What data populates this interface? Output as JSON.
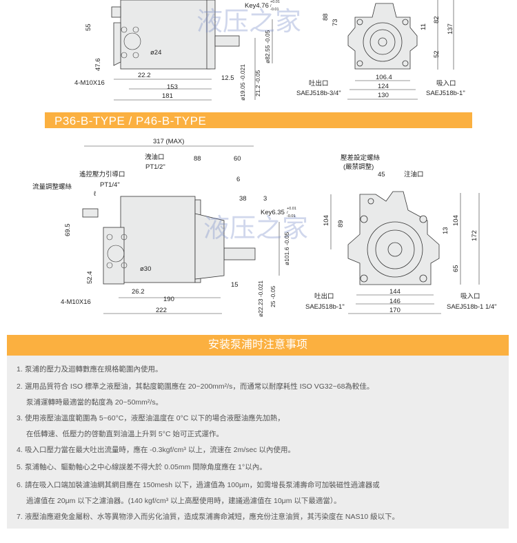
{
  "drawing1": {
    "side": {
      "key": "Key4.76",
      "key_tol": "+0.01 / -0.01",
      "d55": "55",
      "d47_6": "47.6",
      "bolt": "4-M10X16",
      "d22_2": "22.2",
      "d153": "153",
      "d181": "181",
      "d12_5": "12.5",
      "shaft": "ø19.05 -0.021",
      "d21_2": "21.2 -0.05",
      "pilot": "ø82.55 -0.05",
      "port": "ø24"
    },
    "front": {
      "d88": "88",
      "d73": "73",
      "d11": "11",
      "d82": "82",
      "d137": "137",
      "d52": "52",
      "d106": "106.4",
      "d124": "124",
      "d130": "130",
      "out_label": "吐出口",
      "out_spec": "SAEJ518b-3/4\"",
      "in_label": "吸入口",
      "in_spec": "SAEJ518b-1\""
    }
  },
  "section_title": "P36-B-TYPE / P46-B-TYPE",
  "drawing2": {
    "side": {
      "max": "317 (MAX)",
      "drain": "洩油口",
      "drain_spec": "PT1/2\"",
      "d88": "88",
      "d60": "60",
      "remote": "遙控壓力引導口",
      "remote_spec": "PT1/4\"",
      "d6": "6",
      "flow": "流量調整螺絲",
      "ell": "ℓ",
      "d38": "38",
      "d3": "3",
      "key": "Key6.35",
      "key_tol": "+0.01 / -0.01",
      "d69_5": "69.5",
      "port": "ø30",
      "pilot": "ø101.6 -0.05",
      "d52_4": "52.4",
      "d15": "15",
      "d26_2": "26.2",
      "d190": "190",
      "d222": "222",
      "bolt": "4-M10X16",
      "shaft": "ø22.23 -0.021",
      "d25": "25 -0.05"
    },
    "front": {
      "adj": "壓差設定螺絲",
      "adj_note": "(嚴禁調整)",
      "d45": "45",
      "fill": "注油口",
      "d104l": "104",
      "d89": "89",
      "d104r": "104",
      "d13": "13",
      "d172": "172",
      "d65": "65",
      "d144": "144",
      "d146": "146",
      "d170": "170",
      "out_label": "吐出口",
      "out_spec": "SAEJ518b-1\"",
      "in_label": "吸入口",
      "in_spec": "SAEJ518b-1 1/4\""
    }
  },
  "watermark": "液压之家",
  "notes": {
    "title": "安装泵浦时注意事项",
    "items": [
      {
        "n": "1.",
        "lines": [
          "泵浦的壓力及迴轉數應在規格範圍內使用。"
        ]
      },
      {
        "n": "2.",
        "lines": [
          "選用品質符合 ISO 標準之液壓油，其黏度範圍應在 20~200mm²/s，而通常以耐摩耗性 ISO VG32~68為較佳。",
          "泵浦運轉時最適當的黏度為 20~50mm²/s。"
        ]
      },
      {
        "n": "3.",
        "lines": [
          "使用液壓油溫度範圍為 5~60°C，液壓油溫度在 0°C 以下的場合液壓油應先加熱，",
          "在低轉速、低壓力的啓動直到油溫上升到 5°C 始可正式運作。"
        ]
      },
      {
        "n": "4.",
        "lines": [
          "吸入口壓力當在最大吐出流量時，應在 -0.3kgf/cm³ 以上，流速在 2m/sec 以內使用。"
        ]
      },
      {
        "n": "5.",
        "lines": [
          "泵浦軸心、驅動軸心之中心線誤差不得大於 0.05mm 間隙角度應在 1°以內。"
        ]
      },
      {
        "n": "6.",
        "lines": [
          "請在吸入口端加裝濾油網其網目應在 150mesh 以下，過濾值為 100μm，如需增長泵浦壽命可加裝磁性過濾器或",
          "過濾值在 20μm 以下之濾油器。(140 kgf/cm³ 以上高壓使用時，建議過濾值在 10μm 以下最適當）。"
        ]
      },
      {
        "n": "7.",
        "lines": [
          "液壓油應避免金屬粉、水等異物滲入而劣化油質，造成泵浦壽命減短，應充份注意油質，其汚染度在 NAS10 級以下。"
        ]
      }
    ]
  },
  "colors": {
    "accent": "#fbb040",
    "panel": "#ededed"
  }
}
